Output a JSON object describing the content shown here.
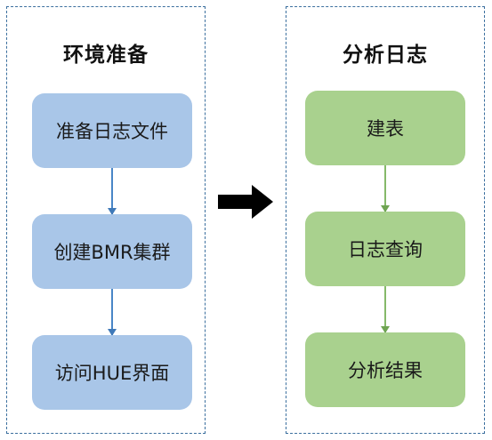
{
  "left_group": {
    "title": "环境准备",
    "steps": [
      "准备日志文件",
      "创建BMR集群",
      "访问HUE界面"
    ]
  },
  "right_group": {
    "title": "分析日志",
    "steps": [
      "建表",
      "日志查询",
      "分析结果"
    ]
  },
  "colors": {
    "left_node_fill": "#a9c6e8",
    "right_node_fill": "#a9d18e",
    "left_connector": "#4a86c7",
    "right_connector": "#86b96a",
    "group_border": "#3b6f9e",
    "main_arrow": "#000000"
  },
  "icons": {
    "main_arrow": "right-arrow-icon"
  }
}
